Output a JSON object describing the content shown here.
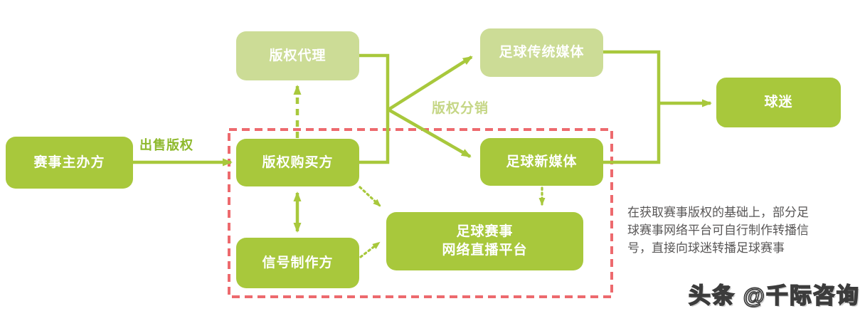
{
  "diagram_title": "football-broadcast-rights-flow",
  "colors": {
    "solid_green": "#a8c83c",
    "light_green": "#ccdc96",
    "line_green": "#a8c83c",
    "sell_label_green": "#8eb92c",
    "distribute_label_green": "#c5d685",
    "red_dashed": "#ed6a6e",
    "annotation_gray": "#595757",
    "background": "#ffffff"
  },
  "nodes": {
    "event_organizer": {
      "label": "赛事主办方"
    },
    "copyright_agent": {
      "label": "版权代理"
    },
    "copyright_buyer": {
      "label": "版权购买方"
    },
    "traditional_media": {
      "label": "足球传统媒体"
    },
    "new_media": {
      "label": "足球新媒体"
    },
    "signal_producer": {
      "label": "信号制作方"
    },
    "live_platform": {
      "label": "足球赛事\n网络直播平台"
    },
    "fans": {
      "label": "球迷"
    }
  },
  "edge_labels": {
    "sell_copyright": "出售版权",
    "distribute_copyright": "版权分销"
  },
  "annotation": {
    "text": "在获取赛事版权的基础上，部分足\n球赛事网络平台可自行制作转播信\n号，直接向球迷转播足球赛事"
  },
  "watermark": {
    "text": "头条 @千际咨询"
  }
}
